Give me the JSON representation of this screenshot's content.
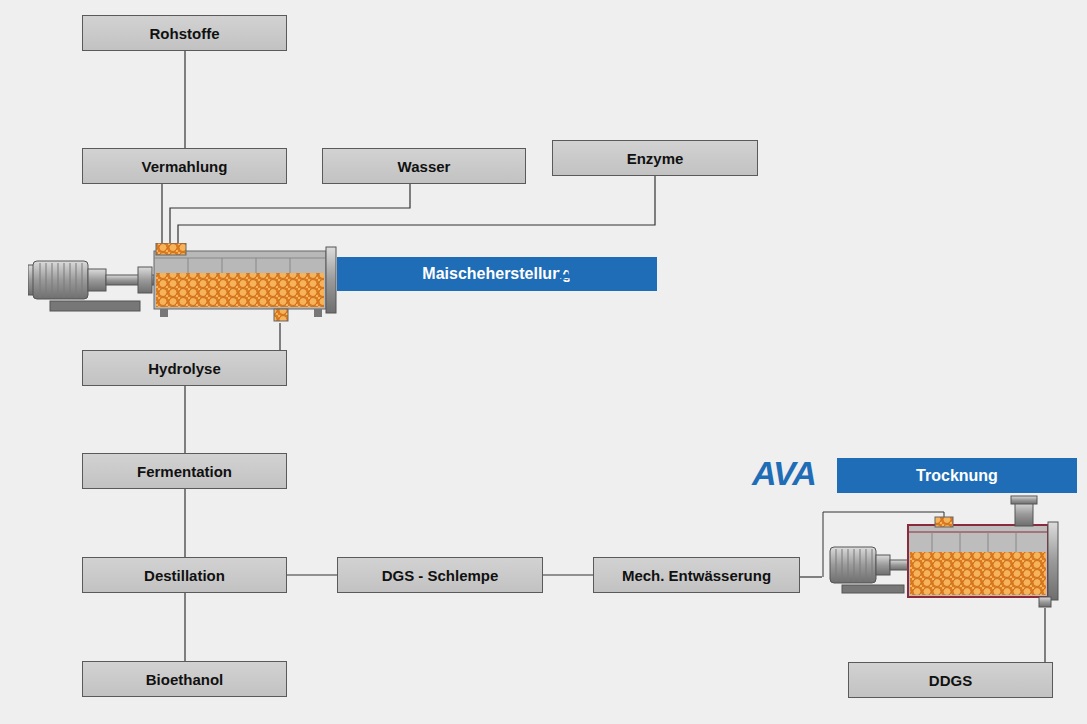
{
  "diagram": {
    "nodes": [
      {
        "text": [
          "Rohstoffe"
        ]
      },
      {
        "text": [
          "Vermahlung"
        ]
      },
      {
        "text": [
          "Wasser"
        ]
      },
      {
        "text": [
          "Enzyme"
        ]
      },
      {
        "text": [
          "Maischeherstellung"
        ]
      },
      {
        "text": [
          "Hydrolyse"
        ]
      },
      {
        "text": [
          "Trocknung"
        ]
      },
      {
        "text": [
          "Fermentation"
        ]
      },
      {
        "text": [
          "Destillation"
        ]
      },
      {
        "text": [
          "DGS - Schlempe"
        ]
      },
      {
        "text": [
          "Mech. Entwässerung"
        ]
      },
      {
        "text": [
          "Bioethanol"
        ]
      },
      {
        "text": [
          "DDGS"
        ]
      }
    ],
    "edges": [
      {
        "from": 0,
        "to": 1,
        "arrow": "none"
      },
      {
        "from": 1,
        "to": 4,
        "arrow": "none"
      },
      {
        "from": 2,
        "to": 4,
        "arrow": "none"
      },
      {
        "from": 3,
        "to": 4,
        "arrow": "none"
      },
      {
        "from": 4,
        "to": 5,
        "arrow": "none"
      },
      {
        "from": 5,
        "to": 7,
        "arrow": "none"
      },
      {
        "from": 7,
        "to": 8,
        "arrow": "none"
      },
      {
        "from": 8,
        "to": 11,
        "arrow": "none"
      },
      {
        "from": 8,
        "to": 9,
        "arrow": "none"
      },
      {
        "from": 9,
        "to": 10,
        "arrow": "none"
      },
      {
        "from": 10,
        "to": 6,
        "arrow": "none"
      },
      {
        "from": 6,
        "to": 12,
        "arrow": "none"
      }
    ],
    "labels": [
      "AVA",
      "AVA"
    ]
  }
}
